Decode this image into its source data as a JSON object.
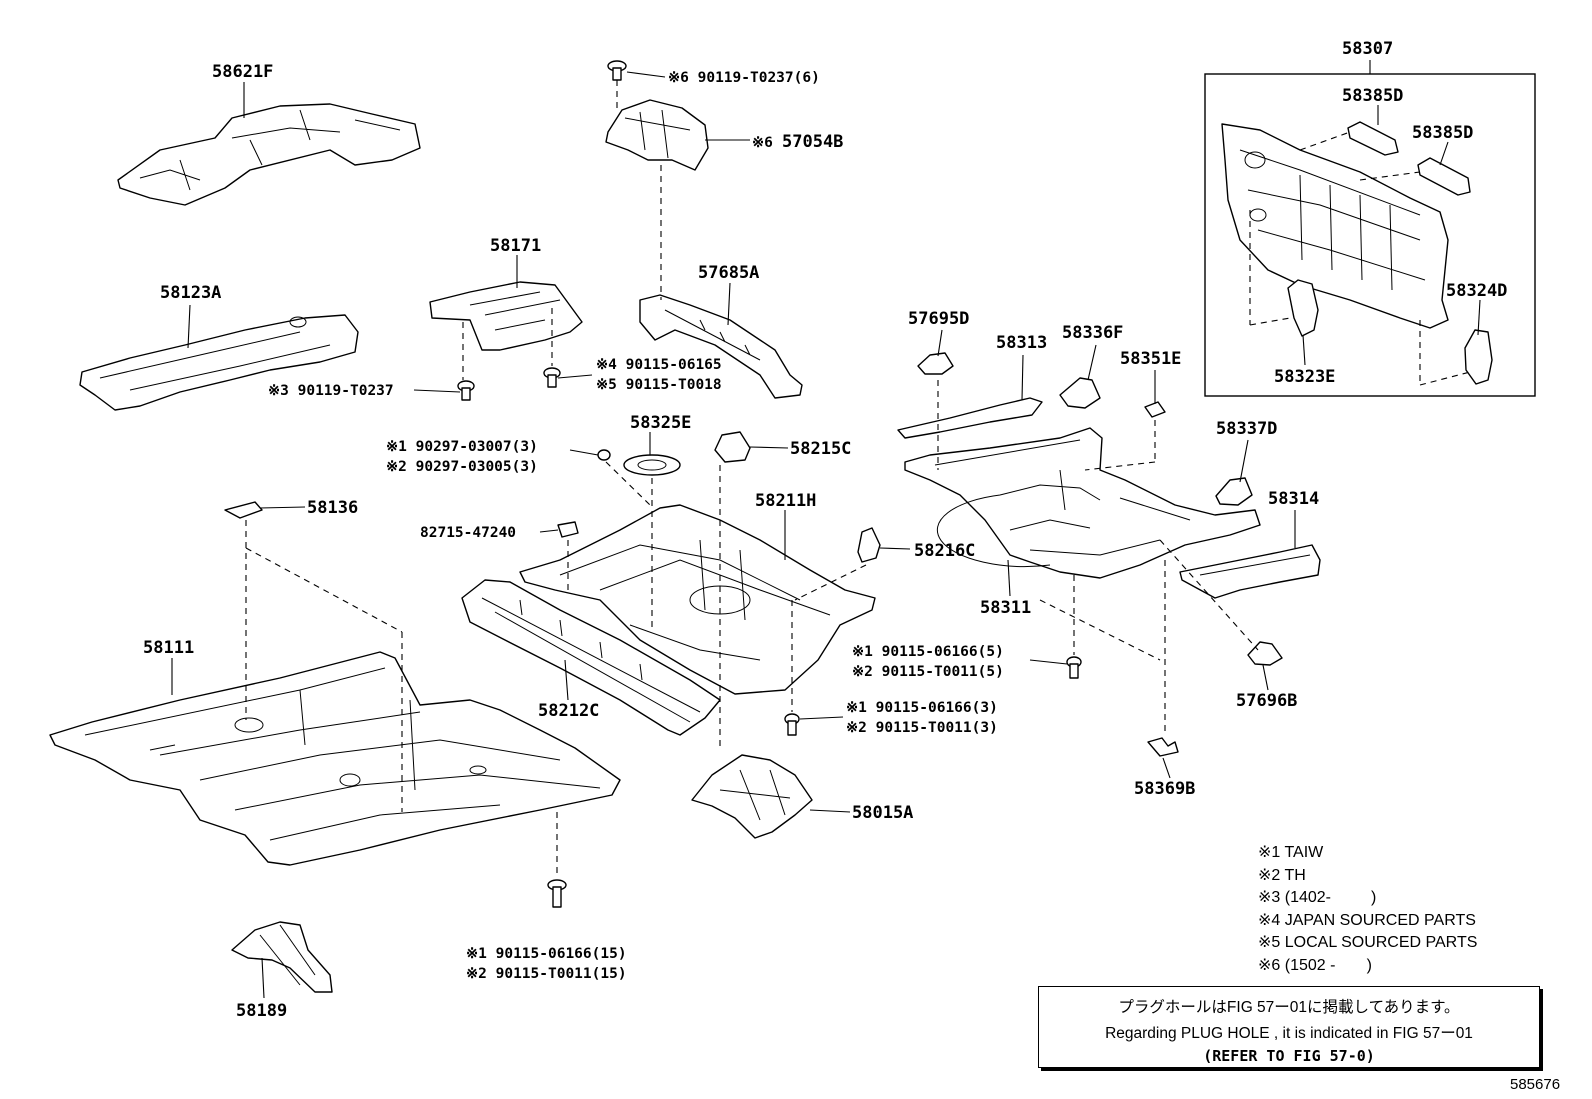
{
  "part_labels": {
    "p58621F": "58621F",
    "p58123A": "58123A",
    "p58171": "58171",
    "p57685A": "57685A",
    "p57054B": "57054B",
    "p58307": "58307",
    "p58385D_a": "58385D",
    "p58385D_b": "58385D",
    "p58324D": "58324D",
    "p58323E": "58323E",
    "p57695D": "57695D",
    "p58313": "58313",
    "p58336F": "58336F",
    "p58351E": "58351E",
    "p58337D": "58337D",
    "p58314": "58314",
    "p58325E": "58325E",
    "p58215C": "58215C",
    "p58211H": "58211H",
    "p58216C": "58216C",
    "p58311": "58311",
    "p57696B": "57696B",
    "p58369B": "58369B",
    "p58136": "58136",
    "p82715": "82715-47240",
    "p58111": "58111",
    "p58212C": "58212C",
    "p58015A": "58015A",
    "p58189": "58189"
  },
  "fastener_labels": {
    "f_top_bolt": "※6 90119-T0237(6)",
    "f_57054B_mark": "※6",
    "f_58171_a": "※4 90115-06165",
    "f_58171_b": "※5 90115-T0018",
    "f_58123_bolt": "※3 90119-T0237",
    "f_nut_a": "※1 90297-03007(3)",
    "f_nut_b": "※2 90297-03005(3)",
    "f_mid_a": "※1 90115-06166(5)",
    "f_mid_b": "※2 90115-T0011(5)",
    "f_low_a": "※1 90115-06166(3)",
    "f_low_b": "※2 90115-T0011(3)",
    "f_bot_a": "※1 90115-06166(15)",
    "f_bot_b": "※2 90115-T0011(15)"
  },
  "notes": [
    "※1 TAIW",
    "※2 TH",
    "※3 (1402-         )",
    "※4 JAPAN SOURCED PARTS",
    "※5 LOCAL SOURCED PARTS",
    "※6 (1502 -       )"
  ],
  "plug_hole_note": {
    "japanese": "プラグホールはFIG 57ー01に掲載してあります。",
    "english": "Regarding  PLUG  HOLE , it is indicated in  FIG  57ー01",
    "refer": "(REFER TO FIG 57-0)"
  },
  "catalog_number": "585676"
}
